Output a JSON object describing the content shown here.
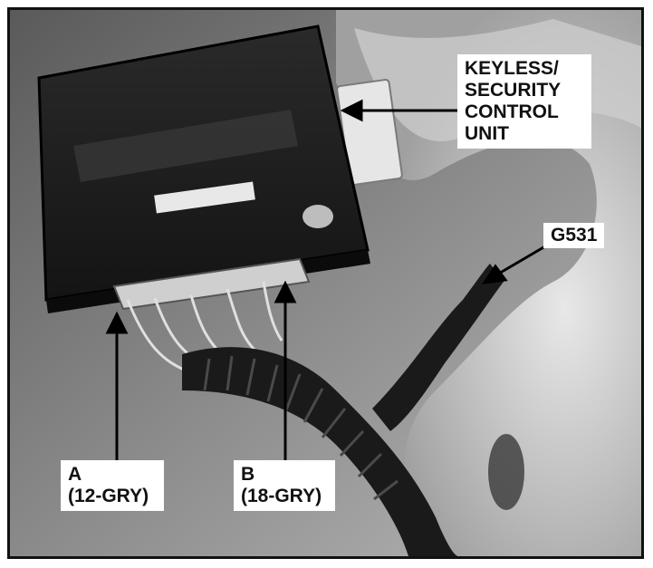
{
  "callouts": {
    "keyless": {
      "lines": [
        "KEYLESS/",
        "SECURITY",
        "CONTROL",
        "UNIT"
      ]
    },
    "g531": {
      "lines": [
        "G531"
      ]
    },
    "a": {
      "lines": [
        "A",
        "(12-GRY)"
      ]
    },
    "b": {
      "lines": [
        "B",
        "(18-GRY)"
      ]
    }
  }
}
